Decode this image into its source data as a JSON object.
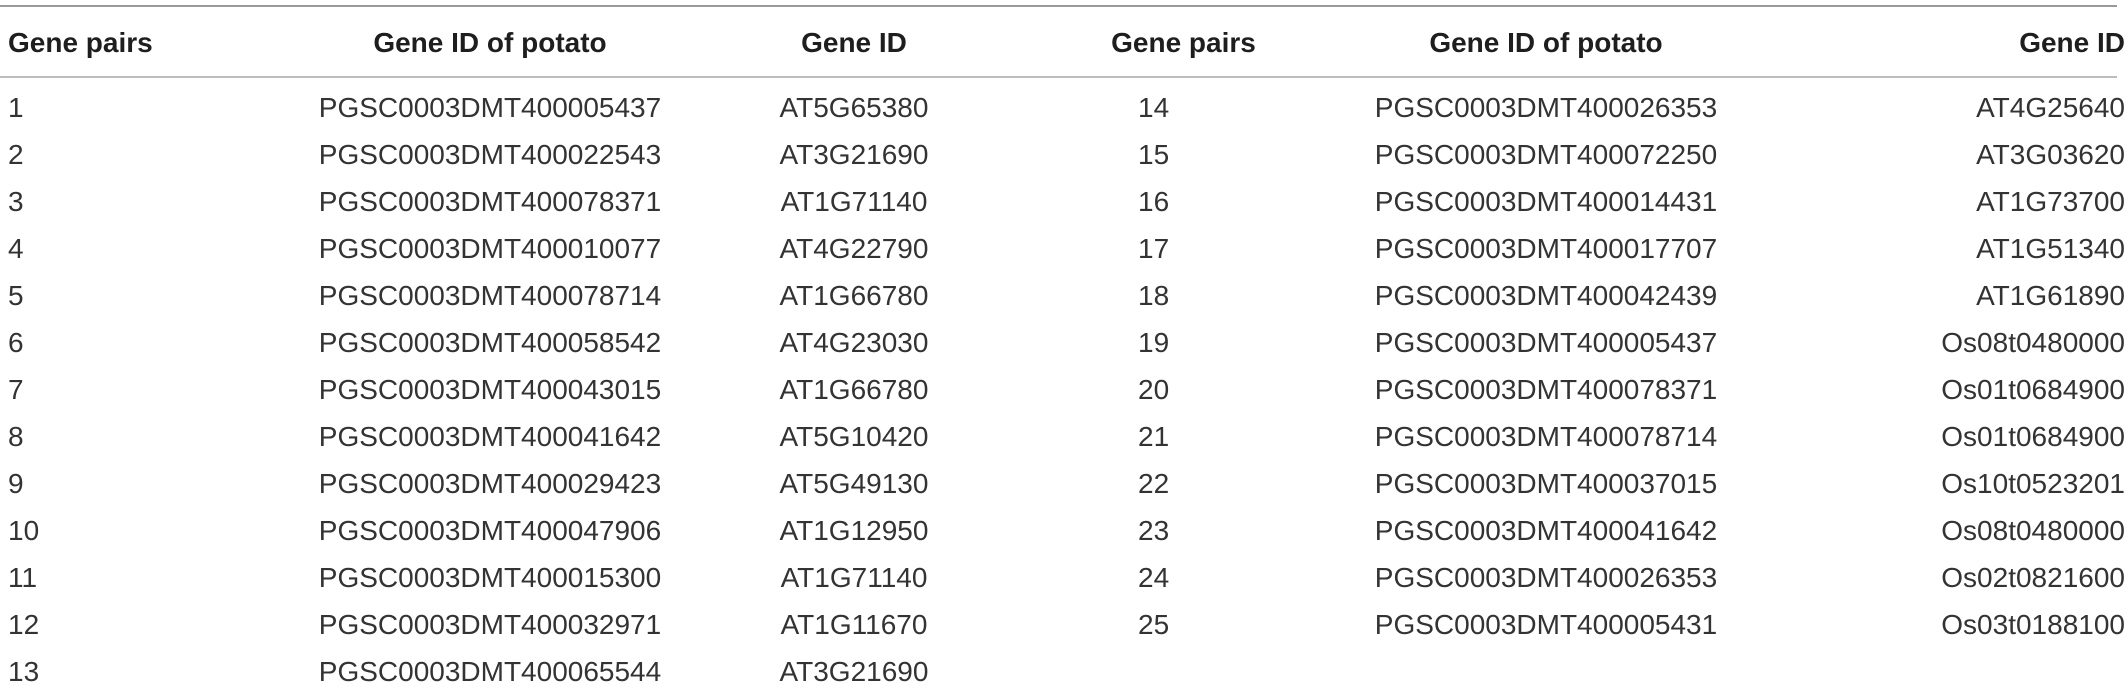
{
  "headers": [
    "Gene pairs",
    "Gene ID of potato",
    "Gene ID",
    "Gene pairs",
    "Gene ID of potato",
    "Gene ID"
  ],
  "rows": [
    [
      "1",
      "PGSC0003DMT400005437",
      "AT5G65380",
      "14",
      "PGSC0003DMT400026353",
      "AT4G25640"
    ],
    [
      "2",
      "PGSC0003DMT400022543",
      "AT3G21690",
      "15",
      "PGSC0003DMT400072250",
      "AT3G03620"
    ],
    [
      "3",
      "PGSC0003DMT400078371",
      "AT1G71140",
      "16",
      "PGSC0003DMT400014431",
      "AT1G73700"
    ],
    [
      "4",
      "PGSC0003DMT400010077",
      "AT4G22790",
      "17",
      "PGSC0003DMT400017707",
      "AT1G51340"
    ],
    [
      "5",
      "PGSC0003DMT400078714",
      "AT1G66780",
      "18",
      "PGSC0003DMT400042439",
      "AT1G61890"
    ],
    [
      "6",
      "PGSC0003DMT400058542",
      "AT4G23030",
      "19",
      "PGSC0003DMT400005437",
      "Os08t0480000"
    ],
    [
      "7",
      "PGSC0003DMT400043015",
      "AT1G66780",
      "20",
      "PGSC0003DMT400078371",
      "Os01t0684900"
    ],
    [
      "8",
      "PGSC0003DMT400041642",
      "AT5G10420",
      "21",
      "PGSC0003DMT400078714",
      "Os01t0684900"
    ],
    [
      "9",
      "PGSC0003DMT400029423",
      "AT5G49130",
      "22",
      "PGSC0003DMT400037015",
      "Os10t0523201"
    ],
    [
      "10",
      "PGSC0003DMT400047906",
      "AT1G12950",
      "23",
      "PGSC0003DMT400041642",
      "Os08t0480000"
    ],
    [
      "11",
      "PGSC0003DMT400015300",
      "AT1G71140",
      "24",
      "PGSC0003DMT400026353",
      "Os02t0821600"
    ],
    [
      "12",
      "PGSC0003DMT400032971",
      "AT1G11670",
      "25",
      "PGSC0003DMT400005431",
      "Os03t0188100"
    ],
    [
      "13",
      "PGSC0003DMT400065544",
      "AT3G21690",
      "",
      "",
      ""
    ]
  ],
  "colors": {
    "text": "#333333",
    "header_text": "#1e1e1e",
    "top_rule": "#9a9a9a",
    "header_rule": "#bdbdbd"
  }
}
